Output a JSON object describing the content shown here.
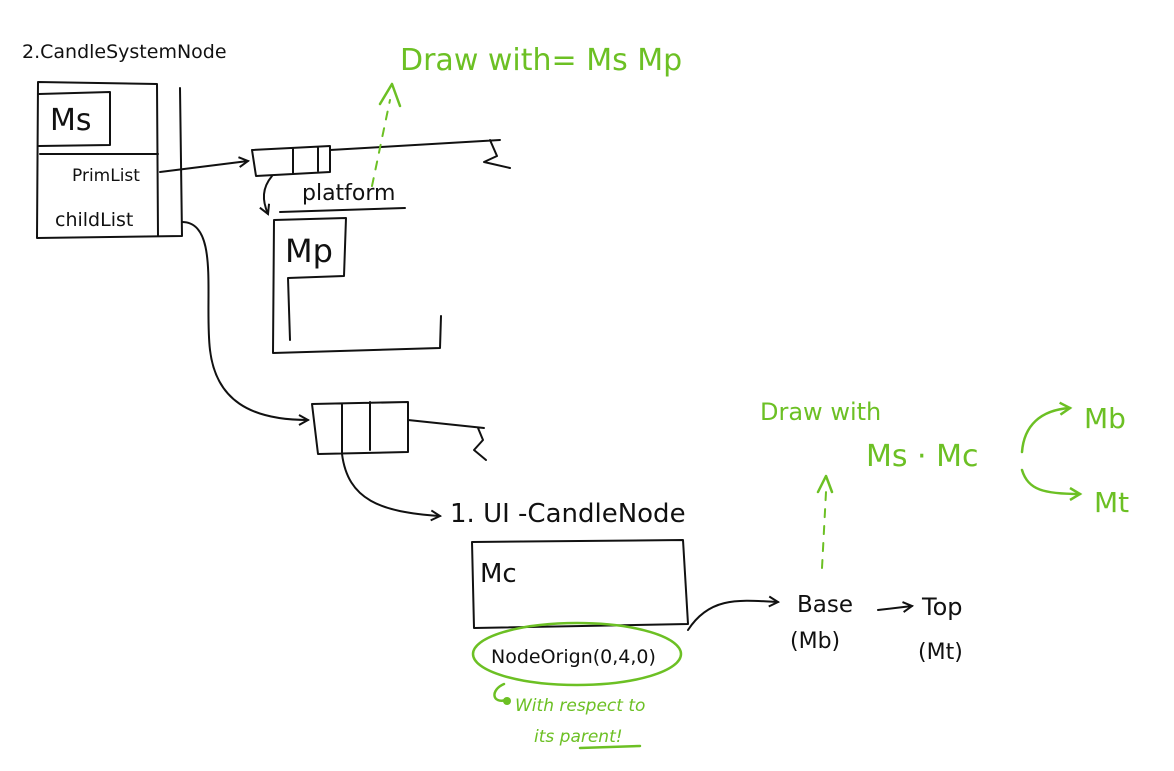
{
  "system_node": {
    "title": "2.CandleSystemNode",
    "matrix": "Ms",
    "prim_list": "PrimList",
    "child_list": "childList"
  },
  "platform": {
    "label": "platform",
    "matrix": "Mp"
  },
  "draw_with_top": {
    "text": "Draw with= Ms Mp"
  },
  "candle_node": {
    "title": "1. UI -CandleNode",
    "matrix": "Mc",
    "origin": "NodeOrign(0,4,0)"
  },
  "origin_note": {
    "line1": "With respect to",
    "line2": "its parent!"
  },
  "base_top": {
    "base": "Base",
    "base_matrix": "(Mb)",
    "top": "Top",
    "top_matrix": "(Mt)"
  },
  "draw_with_right": {
    "text": "Draw with",
    "product": "Ms · Mc",
    "branch_b": "Mb",
    "branch_t": "Mt"
  },
  "colors": {
    "ink": "#111111",
    "annotation_green": "#6cc024"
  }
}
